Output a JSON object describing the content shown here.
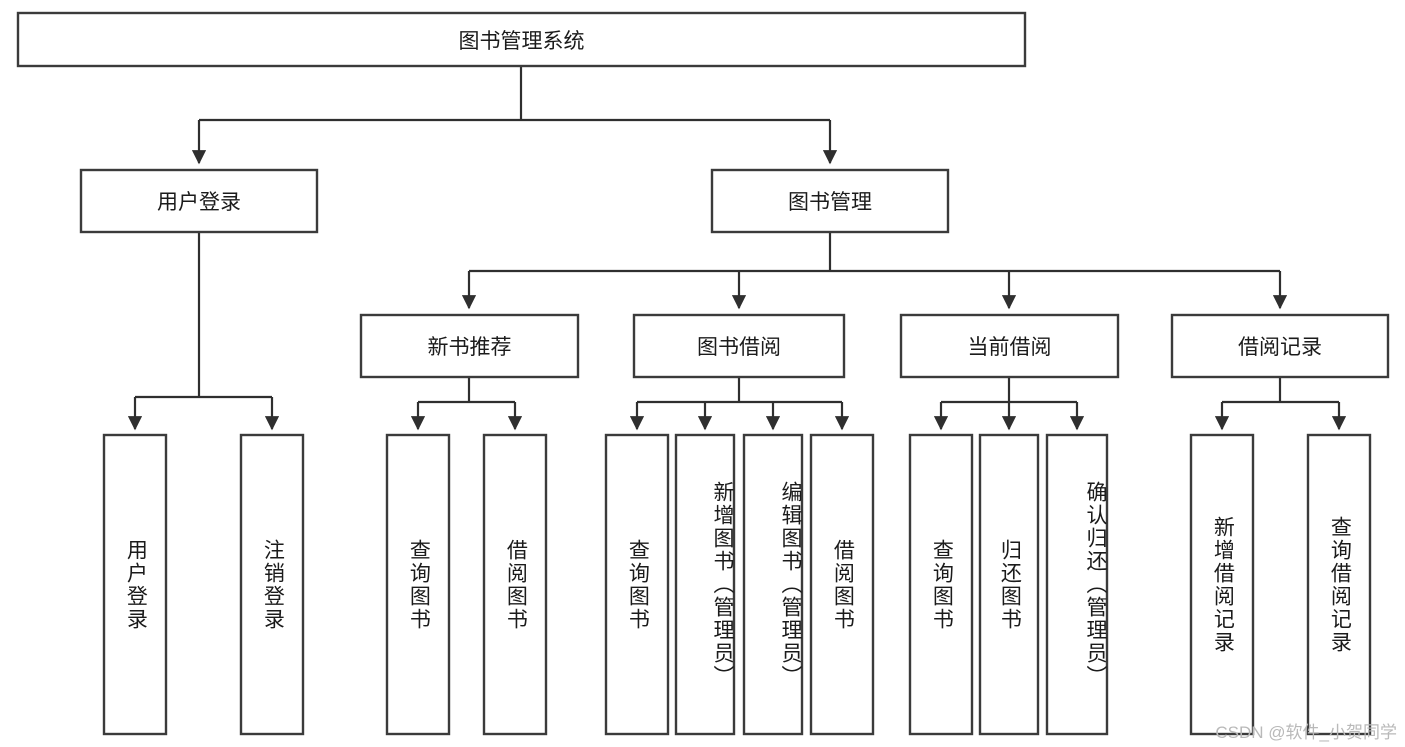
{
  "diagram": {
    "title": "图书管理系统",
    "watermark": "CSDN @软件_小贺同学",
    "colors": {
      "box_stroke": "#3b3b3b",
      "connector": "#2f2f2f",
      "background": "#ffffff",
      "text": "#1b1b1b",
      "watermark": "#b9b9b9"
    },
    "root": {
      "label": "图书管理系统"
    },
    "level2": [
      {
        "label": "用户登录"
      },
      {
        "label": "图书管理"
      }
    ],
    "level3": [
      {
        "label": "新书推荐"
      },
      {
        "label": "图书借阅"
      },
      {
        "label": "当前借阅"
      },
      {
        "label": "借阅记录"
      }
    ],
    "leaves": {
      "user_login": [
        {
          "label": "用户登录"
        },
        {
          "label": "注销登录"
        }
      ],
      "new_book_recommend": [
        {
          "label": "查询图书"
        },
        {
          "label": "借阅图书"
        }
      ],
      "book_borrow": [
        {
          "label": "查询图书"
        },
        {
          "label": "新增图书（管理员）"
        },
        {
          "label": "编辑图书（管理员）"
        },
        {
          "label": "借阅图书"
        }
      ],
      "current_borrow": [
        {
          "label": "查询图书"
        },
        {
          "label": "归还图书"
        },
        {
          "label": "确认归还（管理员）"
        }
      ],
      "borrow_record": [
        {
          "label": "新增借阅记录"
        },
        {
          "label": "查询借阅记录"
        }
      ]
    }
  }
}
